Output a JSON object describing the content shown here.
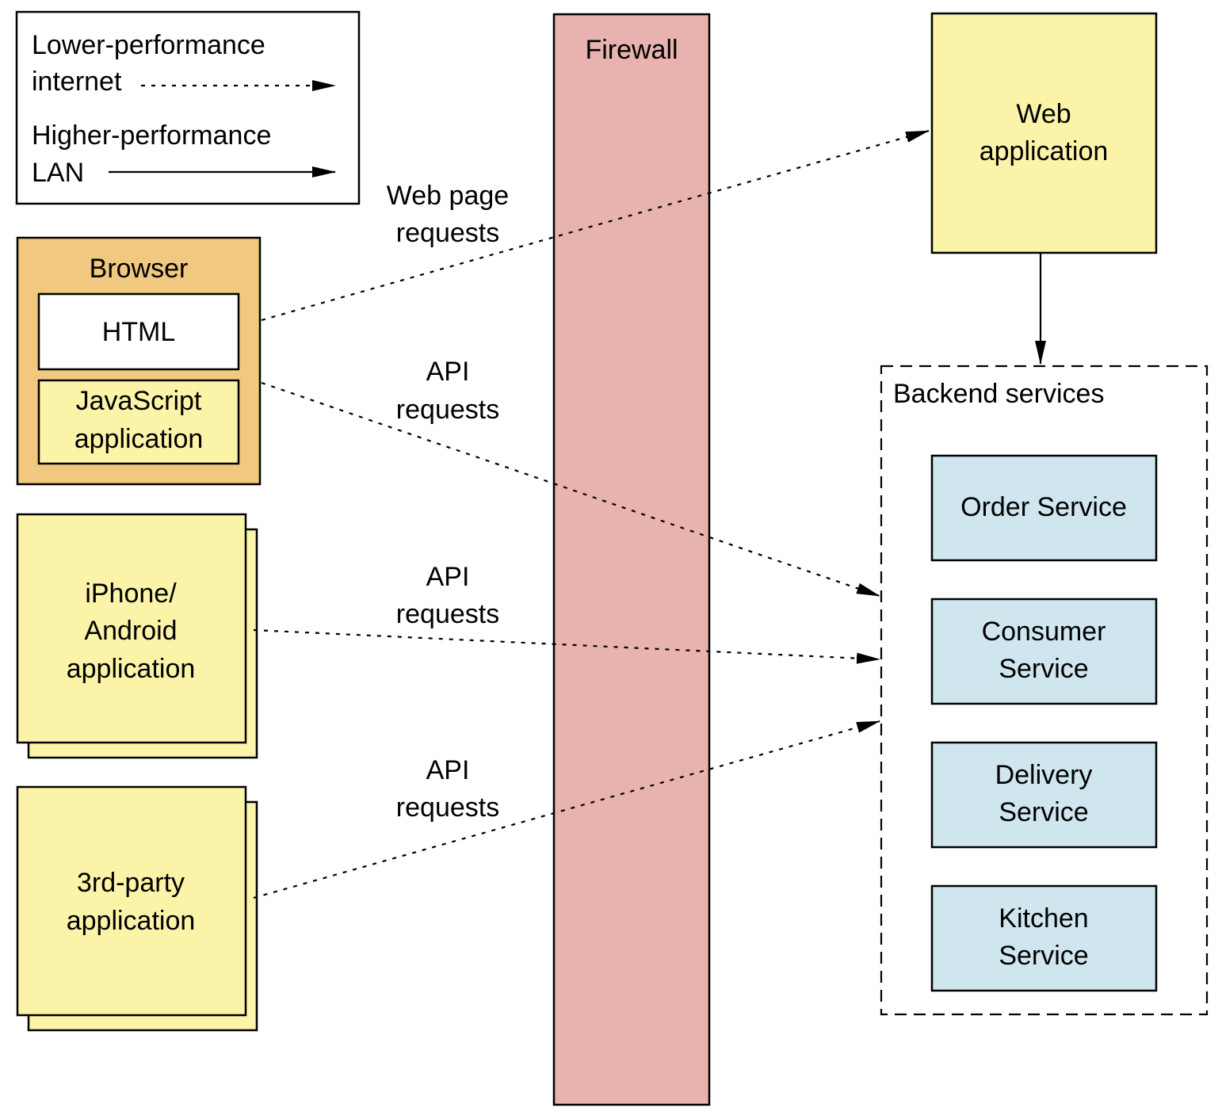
{
  "legend": {
    "internet_line1": "Lower-performance",
    "internet_line2": "internet",
    "lan_line1": "Higher-performance",
    "lan_line2": "LAN"
  },
  "firewall": {
    "label": "Firewall"
  },
  "browser": {
    "label": "Browser",
    "html": "HTML",
    "js_line1": "JavaScript",
    "js_line2": "application"
  },
  "mobile_app": {
    "line1": "iPhone/",
    "line2": "Android",
    "line3": "application"
  },
  "third_party_app": {
    "line1": "3rd-party",
    "line2": "application"
  },
  "web_app": {
    "line1": "Web",
    "line2": "application"
  },
  "requests": {
    "web_page_line1": "Web page",
    "web_page_line2": "requests",
    "api1_line1": "API",
    "api1_line2": "requests",
    "api2_line1": "API",
    "api2_line2": "requests",
    "api3_line1": "API",
    "api3_line2": "requests"
  },
  "backend": {
    "title": "Backend services",
    "order": "Order Service",
    "consumer_line1": "Consumer",
    "consumer_line2": "Service",
    "delivery_line1": "Delivery",
    "delivery_line2": "Service",
    "kitchen_line1": "Kitchen",
    "kitchen_line2": "Service"
  },
  "colors": {
    "firewall": "#e8b2ae",
    "browser": "#f0c880",
    "client_app": "#fbf3a8",
    "service": "#cfe6ef",
    "white": "#ffffff"
  }
}
